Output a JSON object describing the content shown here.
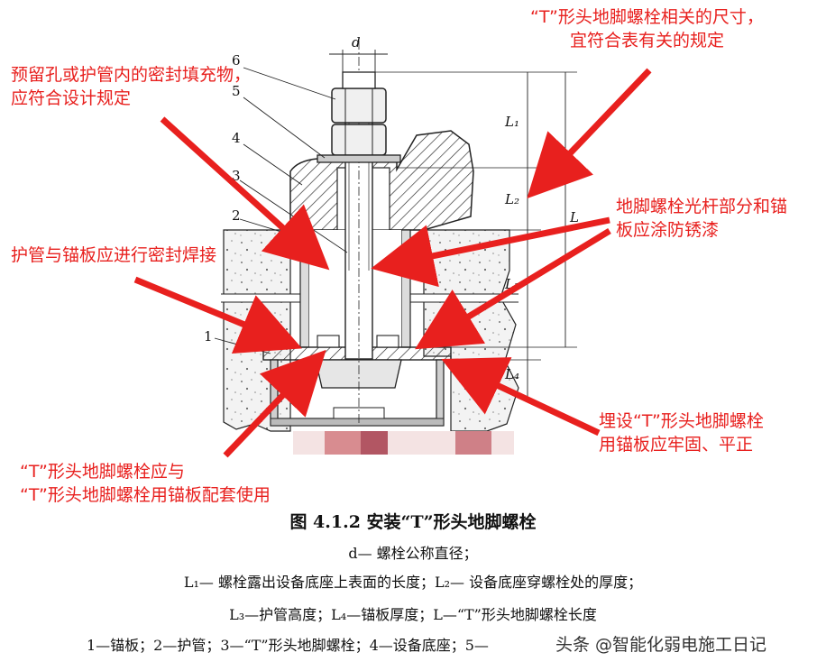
{
  "annotations": {
    "top_right": [
      "“T”形头地脚螺栓相关的尺寸，",
      "宜符合表有关的规定"
    ],
    "top_left": [
      "预留孔或护管内的密封填充物，",
      "应符合设计规定"
    ],
    "right_middle": [
      "地脚螺栓光杆部分和锚",
      "板应涂防锈漆"
    ],
    "left_middle": [
      "护管与锚板应进行密封焊接"
    ],
    "right_bottom": [
      "埋设“T”形头地脚螺栓",
      "用锚板应牢固、平正"
    ],
    "left_bottom": [
      "“T”形头地脚螺栓应与",
      "“T”形头地脚螺栓用锚板配套使用"
    ]
  },
  "part_numbers": [
    "6",
    "5",
    "4",
    "3",
    "2",
    "1"
  ],
  "dimension_labels": {
    "d": "d",
    "L1": "L₁",
    "L2": "L₂",
    "L3": "L₃",
    "L4": "L₄",
    "L": "L"
  },
  "caption": {
    "title": "图 4.1.2   安装“T”形头地脚螺栓",
    "lines": [
      "d— 螺栓公称直径；",
      "L₁— 螺栓露出设备底座上表面的长度；L₂— 设备底座穿螺栓处的厚度；",
      "L₃—护管高度；L₄—锚板厚度；L—“T”形头地脚螺栓长度",
      "1—锚板；2—护管；3—“T”形头地脚螺栓；4—设备底座；5—"
    ]
  },
  "watermark": "头条 @智能化弱电施工日记",
  "colors": {
    "annotation": "#e8201e",
    "line": "#111111",
    "concrete": "#f2f2f2"
  }
}
